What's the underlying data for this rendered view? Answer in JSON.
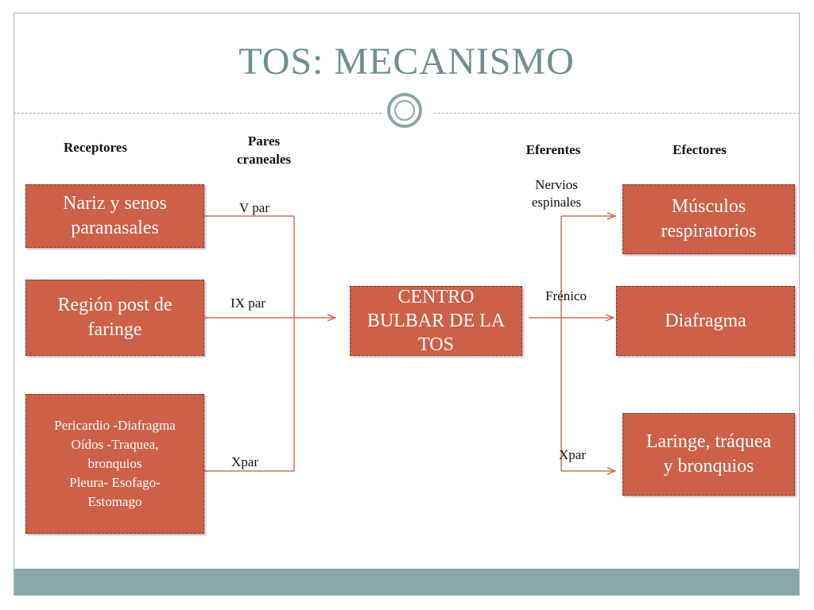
{
  "slide": {
    "title": "TOS: MECANISMO"
  },
  "headers": {
    "receptores": "Receptores",
    "pares_craneales": "Pares\ncraneales",
    "eferentes": "Eferentes",
    "efectores": "Efectores"
  },
  "receptors": [
    {
      "label": "Nariz y senos\nparanasales"
    },
    {
      "label": "Región post de\nfaringe"
    },
    {
      "label": "Pericardio -Diafragma\nOídos -Traquea,\nbronquios\nPleura- Esofago-\nEstomago"
    }
  ],
  "cranial_pairs": [
    {
      "label": "V par"
    },
    {
      "label": "IX par"
    },
    {
      "label": "Xpar"
    }
  ],
  "center": {
    "label": "CENTRO\nBULBAR DE LA\nTOS"
  },
  "efferents": [
    {
      "label": "Nervios\nespinales"
    },
    {
      "label": "Frénico"
    },
    {
      "label": "Xpar"
    }
  ],
  "effectors": [
    {
      "label": "Músculos\nrespiratorios"
    },
    {
      "label": "Diafragma"
    },
    {
      "label": "Laringe, tráquea\ny bronquios"
    }
  ],
  "colors": {
    "box_fill": "#cd6048",
    "title": "#6d8f91",
    "accent": "#89a9a9",
    "connector": "#d0705a"
  }
}
